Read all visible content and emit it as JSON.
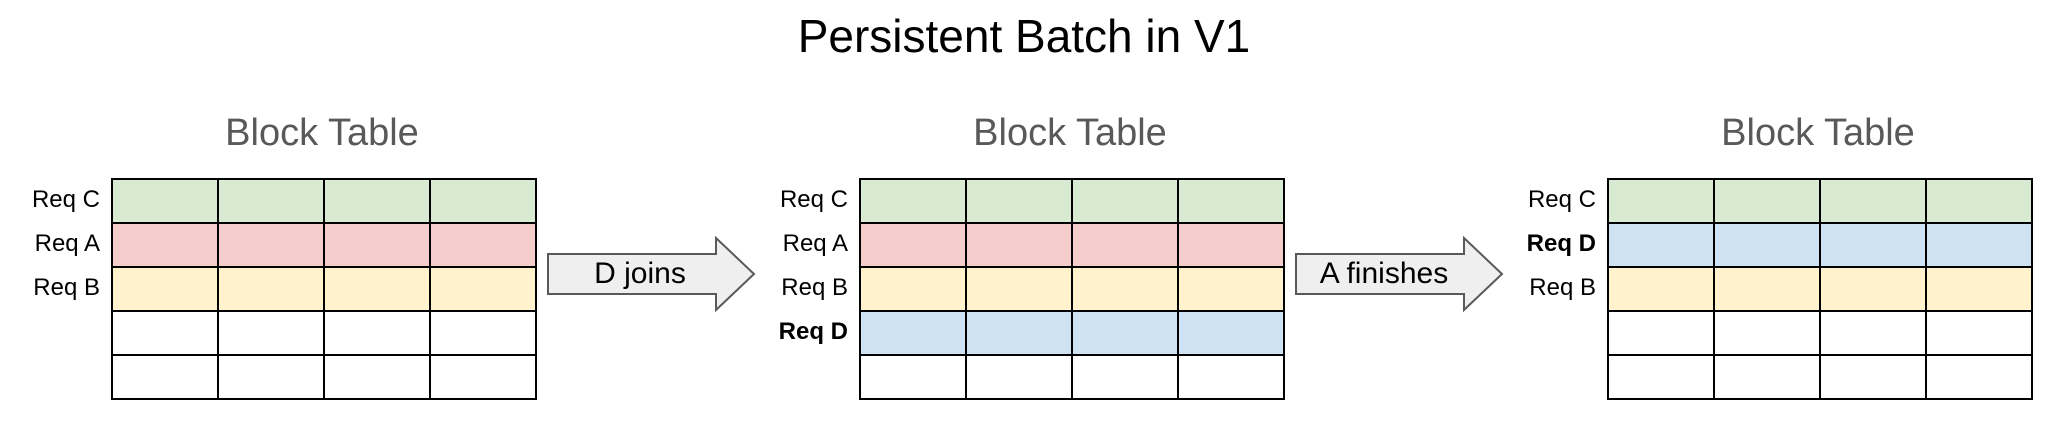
{
  "title": "Persistent Batch in V1",
  "colors": {
    "req_c": "#d9ead3",
    "req_a": "#f4cccc",
    "req_b": "#fff2cc",
    "req_d": "#cfe2f3",
    "empty": "#ffffff",
    "arrow_fill": "#efefef",
    "arrow_stroke": "#595959"
  },
  "panels": [
    {
      "table_title": "Block Table",
      "rows": [
        {
          "label": "Req C",
          "bold": false,
          "color_key": "req_c"
        },
        {
          "label": "Req A",
          "bold": false,
          "color_key": "req_a"
        },
        {
          "label": "Req B",
          "bold": false,
          "color_key": "req_b"
        },
        {
          "label": "",
          "bold": false,
          "color_key": "empty"
        },
        {
          "label": "",
          "bold": false,
          "color_key": "empty"
        }
      ]
    },
    {
      "table_title": "Block Table",
      "rows": [
        {
          "label": "Req C",
          "bold": false,
          "color_key": "req_c"
        },
        {
          "label": "Req A",
          "bold": false,
          "color_key": "req_a"
        },
        {
          "label": "Req B",
          "bold": false,
          "color_key": "req_b"
        },
        {
          "label": "Req D",
          "bold": true,
          "color_key": "req_d"
        },
        {
          "label": "",
          "bold": false,
          "color_key": "empty"
        }
      ]
    },
    {
      "table_title": "Block Table",
      "rows": [
        {
          "label": "Req C",
          "bold": false,
          "color_key": "req_c"
        },
        {
          "label": "Req D",
          "bold": true,
          "color_key": "req_d"
        },
        {
          "label": "Req B",
          "bold": false,
          "color_key": "req_b"
        },
        {
          "label": "",
          "bold": false,
          "color_key": "empty"
        },
        {
          "label": "",
          "bold": false,
          "color_key": "empty"
        }
      ]
    }
  ],
  "arrows": [
    {
      "label": "D joins"
    },
    {
      "label": "A finishes"
    }
  ]
}
